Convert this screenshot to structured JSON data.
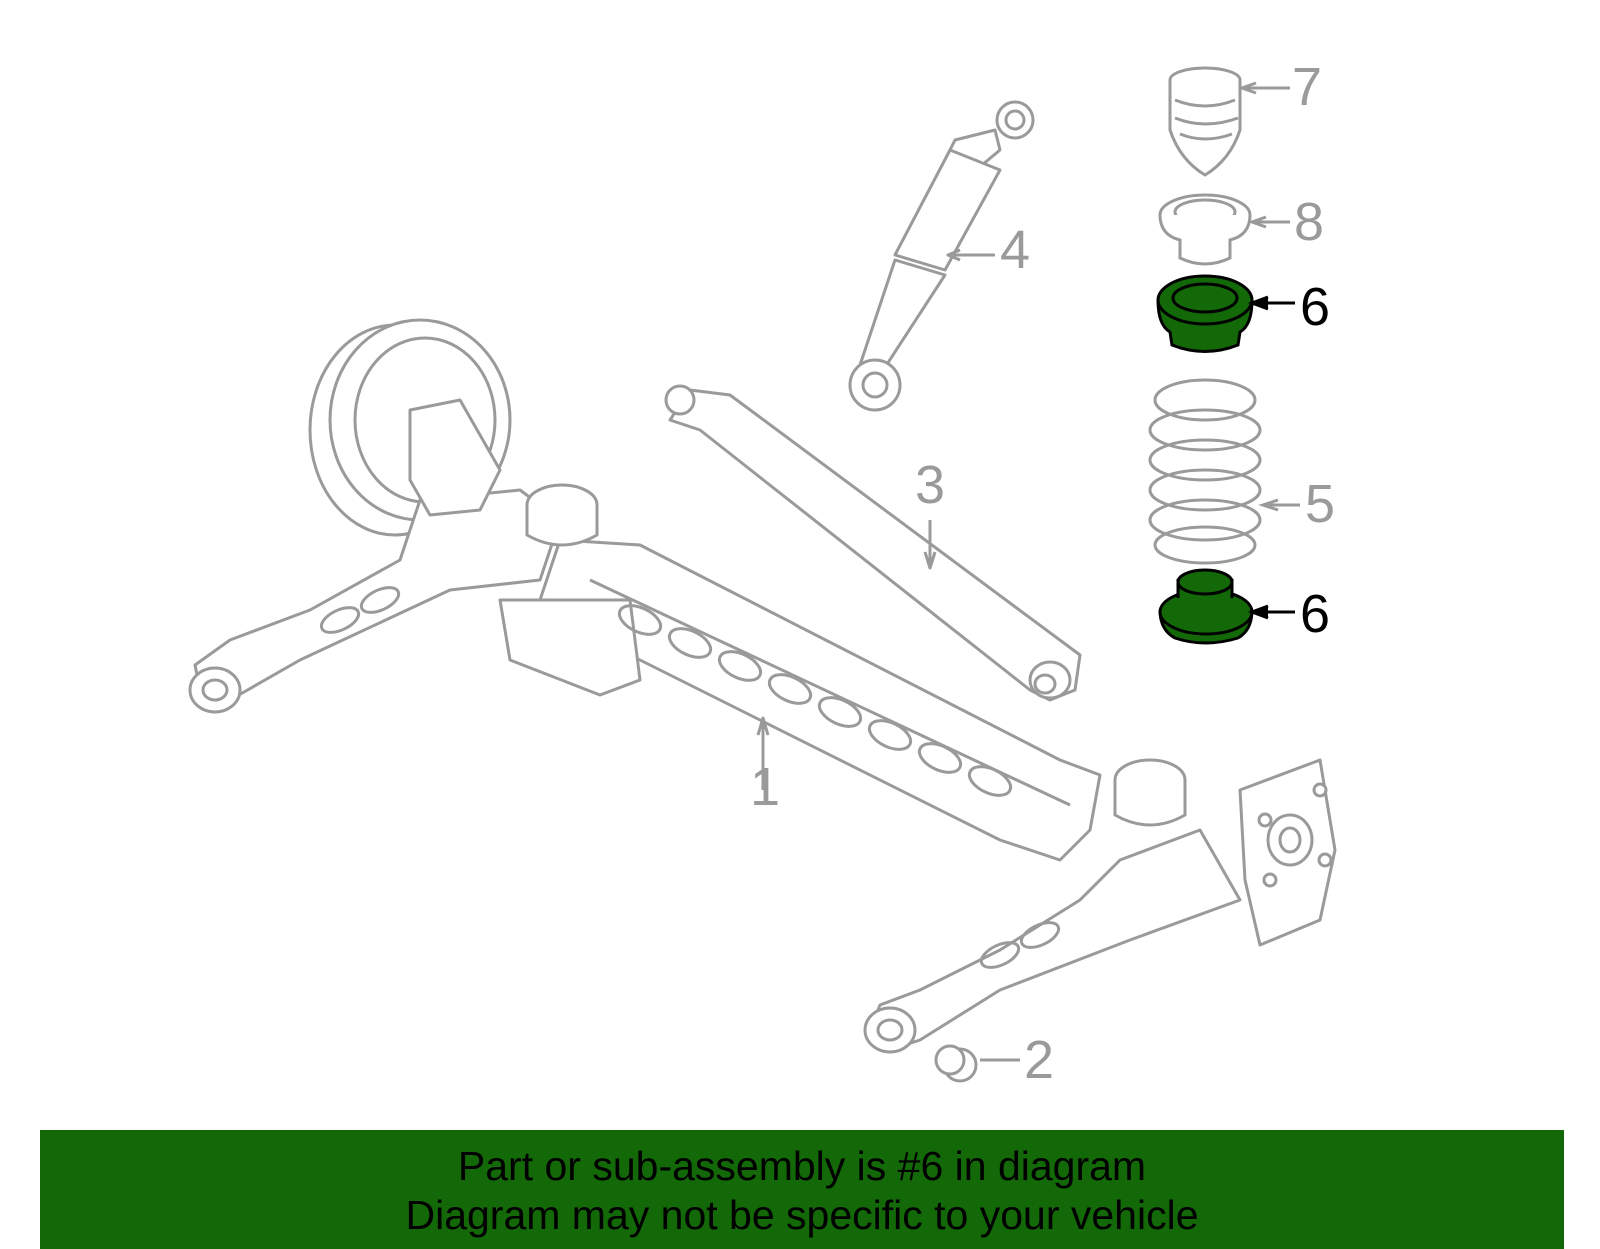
{
  "callouts": [
    {
      "id": "1",
      "label": "1",
      "highlighted": false
    },
    {
      "id": "2",
      "label": "2",
      "highlighted": false
    },
    {
      "id": "3",
      "label": "3",
      "highlighted": false
    },
    {
      "id": "4",
      "label": "4",
      "highlighted": false
    },
    {
      "id": "5",
      "label": "5",
      "highlighted": false
    },
    {
      "id": "6a",
      "label": "6",
      "highlighted": true
    },
    {
      "id": "6b",
      "label": "6",
      "highlighted": true
    },
    {
      "id": "7",
      "label": "7",
      "highlighted": false
    },
    {
      "id": "8",
      "label": "8",
      "highlighted": false
    }
  ],
  "banner": {
    "line1": "Part or sub-assembly is #6 in diagram",
    "line2": "Diagram may not be specific to your vehicle"
  },
  "colors": {
    "outline": "#9a9a9a",
    "highlight_fill": "#136807",
    "highlight_outline": "#000000",
    "banner_background": "#136807"
  }
}
